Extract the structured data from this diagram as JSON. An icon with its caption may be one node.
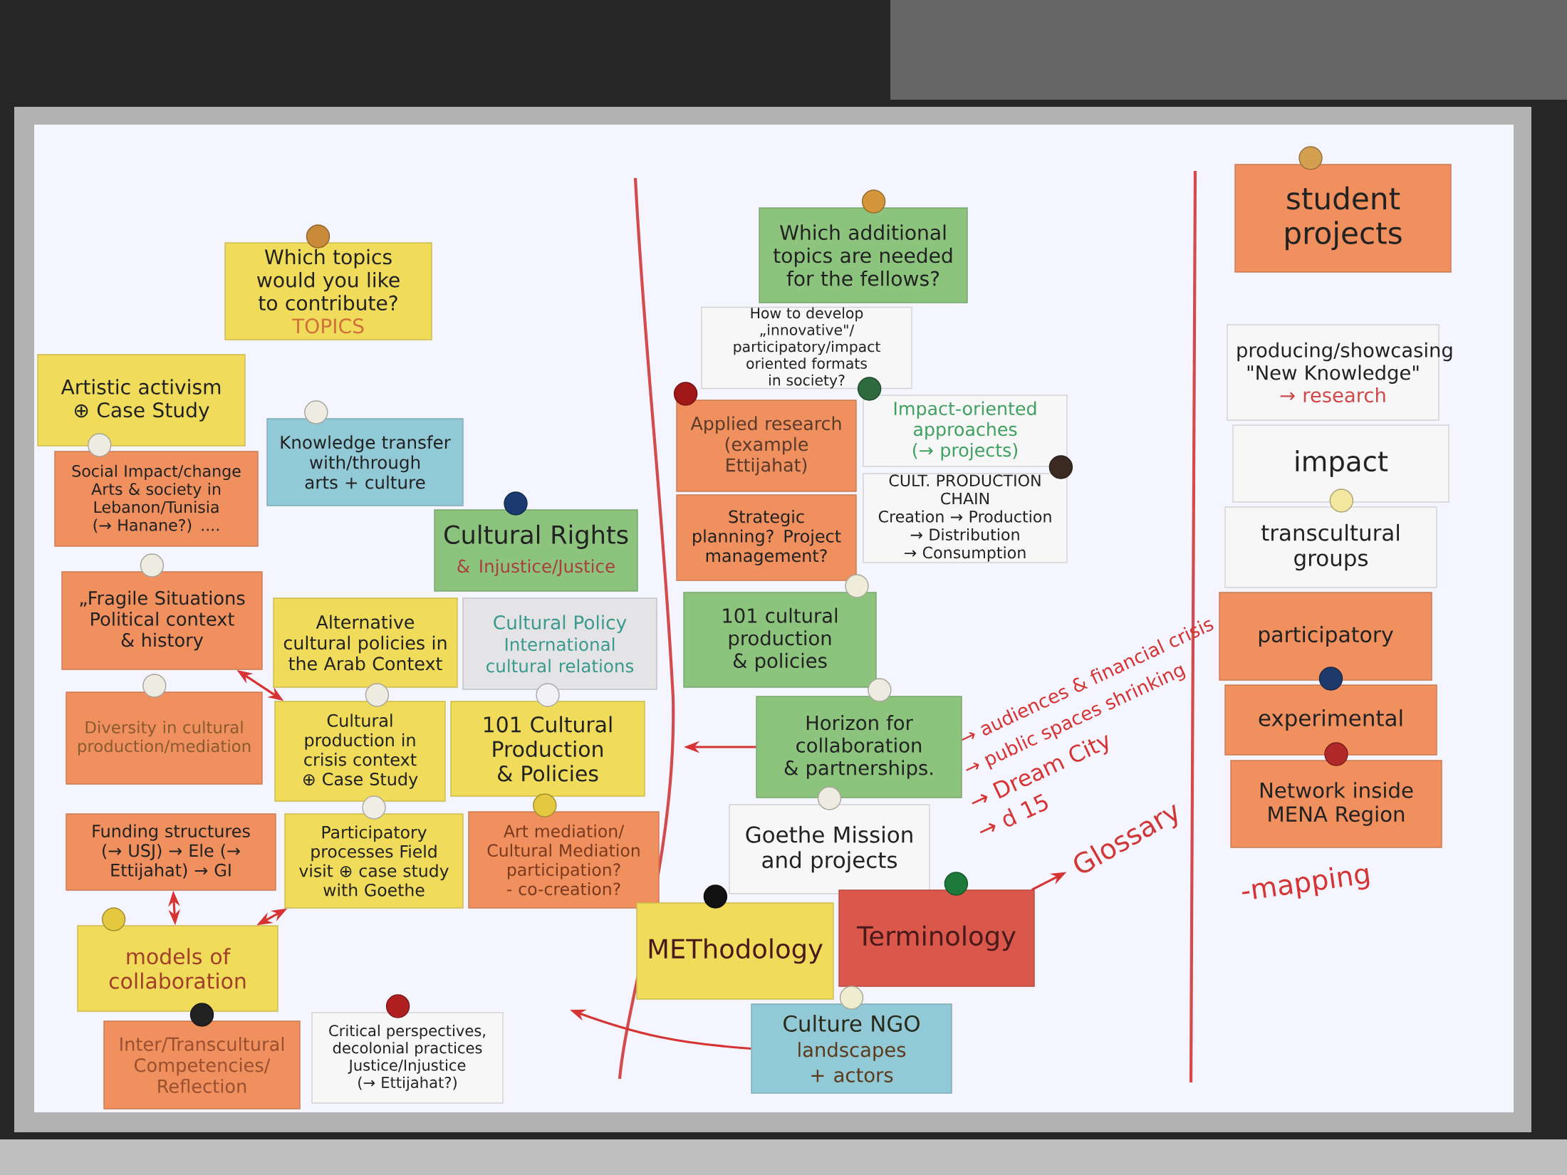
{
  "diagram": {
    "nodes": [
      {
        "text": [
          "Which topics would you like to contribute?",
          "TOPICS"
        ]
      },
      {
        "text": [
          "Artistic activism ⊕ Case Study"
        ]
      },
      {
        "text": [
          "Social Impact/change Arts & society in Lebanon/Tunisia (→ Hanane?) ...."
        ]
      },
      {
        "text": [
          "Knowledge transfer with/through arts + culture"
        ]
      },
      {
        "text": [
          "Cultural Rights",
          "& Injustice/Justice"
        ]
      },
      {
        "text": [
          "„Fragile Situations Political context & history"
        ]
      },
      {
        "text": [
          "Alternative cultural policies in the Arab Context"
        ]
      },
      {
        "text": [
          "Cultural Policy",
          "International cultural relations"
        ]
      },
      {
        "text": [
          "Diversity in cultural production/mediation"
        ]
      },
      {
        "text": [
          "Cultural production in crisis context ⊕ Case Study"
        ]
      },
      {
        "text": [
          "101 Cultural Production & Policies"
        ]
      },
      {
        "text": [
          "Funding structures (→ USJ) → Ele (→ Ettijahat) → GI"
        ]
      },
      {
        "text": [
          "Participatory processes Field visit ⊕ case study with Goethe"
        ]
      },
      {
        "text": [
          "Art mediation/ Cultural Mediation participation? - co-creation?"
        ]
      },
      {
        "text": [
          "models of collaboration"
        ]
      },
      {
        "text": [
          "Inter/Transcultural Competencies/ Reflection"
        ]
      },
      {
        "text": [
          "Critical perspectives, decolonial practices Justice/Injustice (→ Ettijahat?)"
        ]
      },
      {
        "text": [
          "Which additional topics are needed for the fellows?"
        ]
      },
      {
        "text": [
          "How to develop „innovative\"/ participatory/impact oriented formats in society?"
        ]
      },
      {
        "text": [
          "Applied research (example Ettijahat)"
        ]
      },
      {
        "text": [
          "Strategic planning? Project management?"
        ]
      },
      {
        "text": [
          "Impact-oriented approaches (→ projects)"
        ]
      },
      {
        "text": [
          "CULT. PRODUCTION CHAIN",
          "Creation → Production → Distribution → Consumption"
        ]
      },
      {
        "text": [
          "101 cultural production & policies"
        ]
      },
      {
        "text": [
          "Horizon for collaboration & partnerships."
        ]
      },
      {
        "text": [
          "Goethe Mission and projects"
        ]
      },
      {
        "text": [
          "METhodology"
        ]
      },
      {
        "text": [
          "Terminology"
        ]
      },
      {
        "text": [
          "Culture NGO",
          "landscapes + actors"
        ]
      },
      {
        "text": [
          "Glossary"
        ]
      },
      {
        "text": [
          "student projects"
        ]
      },
      {
        "text": [
          "producing/showcasing \"New Knowledge\"",
          "→ research"
        ]
      },
      {
        "text": [
          "impact"
        ]
      },
      {
        "text": [
          "transcultural groups"
        ]
      },
      {
        "text": [
          "participatory"
        ]
      },
      {
        "text": [
          "experimental"
        ]
      },
      {
        "text": [
          "Network inside MENA Region"
        ]
      }
    ],
    "edges": [
      {
        "from": 5,
        "to": 9,
        "arrow": "both"
      },
      {
        "from": 11,
        "to": 14,
        "arrow": "both"
      },
      {
        "from": 14,
        "to": 12,
        "arrow": "both"
      },
      {
        "from": 24,
        "to": null,
        "arrow": "to"
      },
      {
        "from": 28,
        "to": null,
        "arrow": "to"
      },
      {
        "from": 27,
        "to": 29,
        "arrow": "to"
      }
    ],
    "labels": [
      "→ audiences & financial crisis",
      "→ public spaces shrinking",
      "→ Dream City",
      "→ d 15",
      "-mapping"
    ]
  }
}
